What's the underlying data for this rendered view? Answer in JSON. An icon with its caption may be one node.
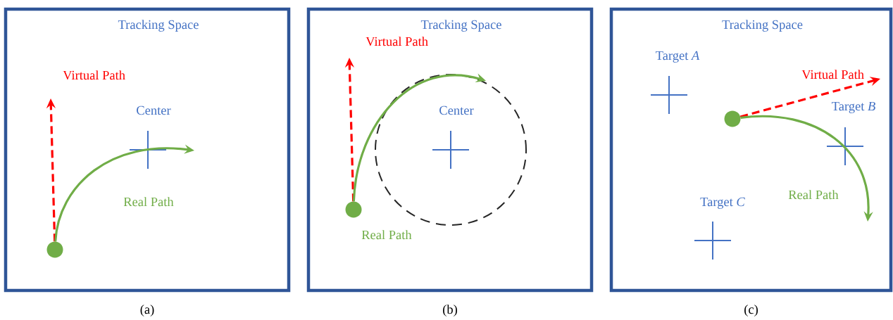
{
  "diagram": {
    "nodes": [
      {
        "text": [
          "Tracking Space"
        ],
        "beside": [
          "(a)"
        ]
      },
      {
        "text": [],
        "shape": "circle",
        "in": 0
      },
      {
        "text": [
          "Center"
        ],
        "in": 0
      },
      {
        "text": [
          "Tracking Space"
        ],
        "beside": [
          "(b)"
        ]
      },
      {
        "text": [],
        "shape": "circle",
        "in": 3
      },
      {
        "text": [
          "Center"
        ],
        "in": 3
      },
      {
        "text": [
          "Tracking Space"
        ],
        "beside": [
          "(c)"
        ]
      },
      {
        "text": [
          "Target *A*"
        ],
        "in": 6
      },
      {
        "text": [],
        "shape": "circle",
        "in": 6
      },
      {
        "text": [
          "Target *B*"
        ],
        "in": 6
      },
      {
        "text": [
          "Target *C*"
        ],
        "in": 6
      }
    ],
    "edges": [
      {
        "from": 1,
        "to": null,
        "arrow": "to",
        "label": "Virtual Path",
        "style": "dashed",
        "color": "#ff0000"
      },
      {
        "from": 1,
        "to": null,
        "arrow": "to",
        "label": "Real Path",
        "color": "#70ad47"
      },
      {
        "from": 4,
        "to": null,
        "arrow": "to",
        "label": "Virtual Path",
        "style": "dashed",
        "color": "#ff0000"
      },
      {
        "from": 4,
        "to": null,
        "arrow": "to",
        "label": "Real Path",
        "color": "#70ad47"
      },
      {
        "from": 8,
        "to": null,
        "arrow": "to",
        "label": "Virtual Path",
        "style": "dashed",
        "color": "#ff0000"
      },
      {
        "from": 8,
        "to": null,
        "arrow": "to",
        "label": "Real Path",
        "color": "#70ad47"
      }
    ]
  }
}
